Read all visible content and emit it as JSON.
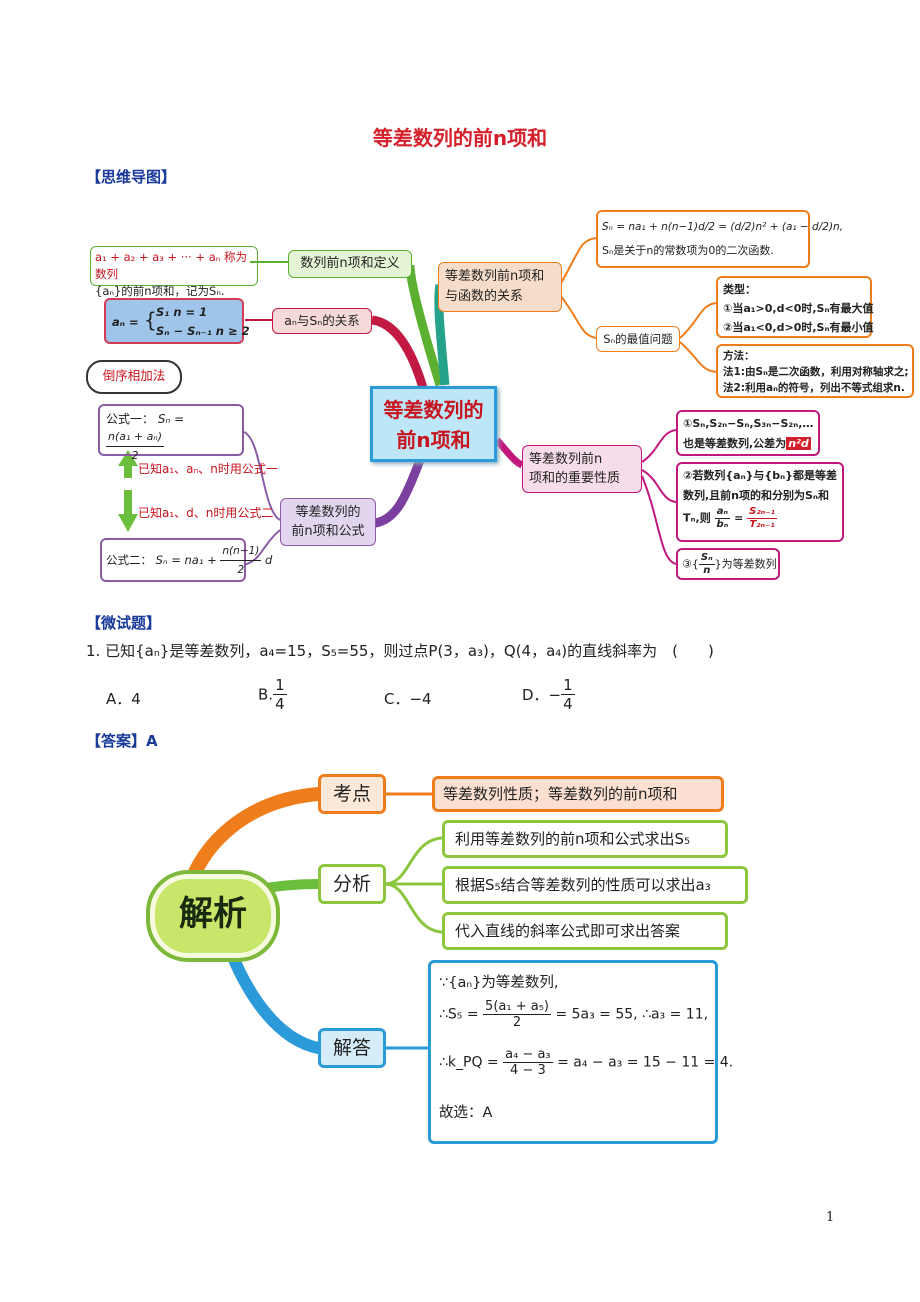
{
  "page_title": "等差数列的前n项和",
  "section_mindmap": "【思维导图】",
  "mindmap": {
    "center_line1": "等差数列的",
    "center_line2": "前n项和",
    "def_branch": "数列前n项和定义",
    "def_text1": "a₁ + a₂ + a₃ + ··· + aₙ 称为数列",
    "def_text2": "{aₙ}的前n项和，记为Sₙ.",
    "relation_branch": "aₙ与Sₙ的关系",
    "relation_formula_top": "S₁        n = 1",
    "relation_formula_bottom": "Sₙ − Sₙ₋₁   n ≥ 2",
    "relation_lhs": "aₙ =",
    "cloud": "倒序相加法",
    "formula1_label": "公式一：",
    "formula1_lhs": "Sₙ =",
    "formula1_num": "n(a₁ + aₙ)",
    "formula1_den": "2",
    "hint1": "已知a₁、aₙ、n时用公式一",
    "hint2": "已知a₁、d、n时用公式二",
    "formula2_label": "公式二：",
    "formula2_lhs": "Sₙ = na₁ +",
    "formula2_num": "n(n−1)",
    "formula2_den": "2",
    "formula2_tail": "d",
    "formula_branch_line1": "等差数列的",
    "formula_branch_line2": "前n项和公式",
    "func_branch_line1": "等差数列前n项和",
    "func_branch_line2": "与函数的关系",
    "func_text1": "Sₙ = na₁ + n(n−1)d/2 = (d/2)n² + (a₁ − d/2)n,",
    "func_text2": "Sₙ是关于n的常数项为0的二次函数.",
    "extreme_branch": "Sₙ的最值问题",
    "type_title": "类型：",
    "type1": "①当a₁>0,d<0时,Sₙ有最大值",
    "type2": "②当a₁<0,d>0时,Sₙ有最小值",
    "method_title": "方法：",
    "method1": "法1:由Sₙ是二次函数，利用对称轴求之;",
    "method2": "法2:利用aₙ的符号，列出不等式组求n.",
    "prop_branch_line1": "等差数列前n",
    "prop_branch_line2": "项和的重要性质",
    "prop1_line1": "①Sₙ,S₂ₙ−Sₙ,S₃ₙ−S₂ₙ,…",
    "prop1_line2": "也是等差数列,公差为",
    "prop1_highlight": "n²d",
    "prop2_line1": "②若数列{aₙ}与{bₙ}都是等差",
    "prop2_line2": "数列,且前n项的和分别为Sₙ和",
    "prop2_line3": "Tₙ,则",
    "prop2_frac_lhs_num": "aₙ",
    "prop2_frac_lhs_den": "bₙ",
    "prop2_frac_rhs_num": "S₂ₙ₋₁",
    "prop2_frac_rhs_den": "T₂ₙ₋₁",
    "prop3_pre": "③{",
    "prop3_num": "Sₙ",
    "prop3_den": "n",
    "prop3_post": "}为等差数列"
  },
  "section_question": "【微试题】",
  "question": {
    "number": "1.",
    "text": "已知{aₙ}是等差数列，a₄=15，S₅=55，则过点P(3，a₃)，Q(4，a₄)的直线斜率为　(　　)",
    "opt_a": "A．4",
    "opt_b_label": "B.",
    "opt_b_num": "1",
    "opt_b_den": "4",
    "opt_c": "C．−4",
    "opt_d_label": "D．−",
    "opt_d_num": "1",
    "opt_d_den": "4"
  },
  "section_answer": "【答案】A",
  "analysis": {
    "center": "解析",
    "kaodian": "考点",
    "kaodian_text": "等差数列性质；等差数列的前n项和",
    "fenxi": "分析",
    "fenxi_1": "利用等差数列的前n项和公式求出S₅",
    "fenxi_2": "根据S₅结合等差数列的性质可以求出a₃",
    "fenxi_3": "代入直线的斜率公式即可求出答案",
    "jieda": "解答",
    "sol_line1": "∵{aₙ}为等差数列,",
    "sol_line2_pre": "∴S₅ =",
    "sol_line2_num": "5(a₁ + a₅)",
    "sol_line2_den": "2",
    "sol_line2_post": "= 5a₃ = 55,  ∴a₃ = 11,",
    "sol_line3_pre": "∴k_PQ =",
    "sol_line3_num": "a₄ − a₃",
    "sol_line3_den": "4 − 3",
    "sol_line3_post": "= a₄ − a₃ = 15 − 11 = 4.",
    "sol_line4": "故选：A"
  },
  "page_number": "1",
  "colors": {
    "title_red": "#d4202a",
    "section_blue": "#1a3a9a",
    "green": "#5bb031",
    "orange": "#f07d1c",
    "purple": "#8b5ca8",
    "crimson": "#c21843",
    "blue": "#2a9ad8"
  }
}
